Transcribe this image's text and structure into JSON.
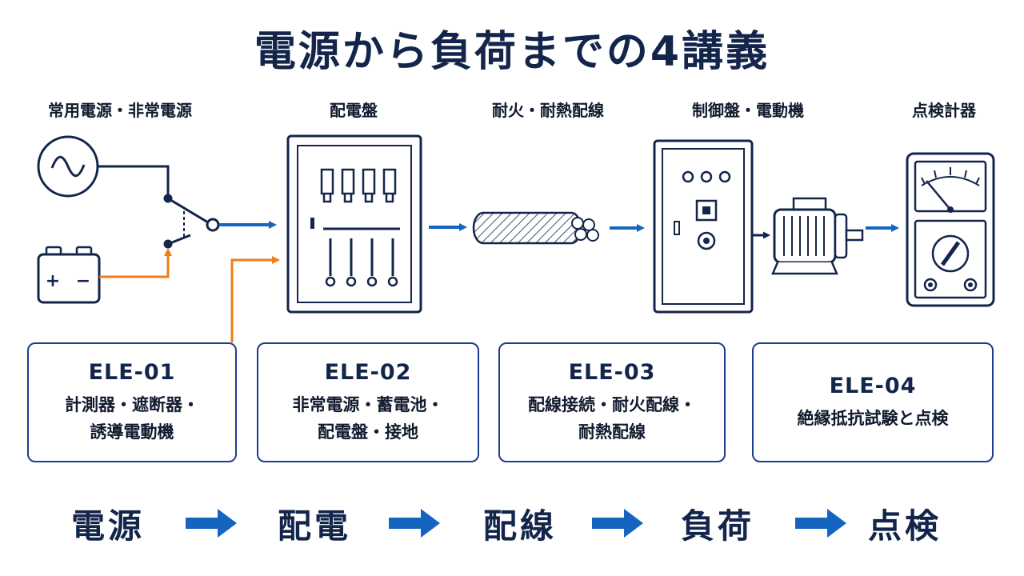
{
  "title": "電源から負荷までの4講義",
  "stages": [
    {
      "label": "常用電源・非常電源"
    },
    {
      "label": "配電盤"
    },
    {
      "label": "耐火・耐熱配線"
    },
    {
      "label": "制御盤・電動機"
    },
    {
      "label": "点検計器"
    }
  ],
  "courses": [
    {
      "code": "ELE-01",
      "lines": [
        "計測器・遮断器・",
        "誘導電動機"
      ]
    },
    {
      "code": "ELE-02",
      "lines": [
        "非常電源・蓄電池・",
        "配電盤・接地"
      ]
    },
    {
      "code": "ELE-03",
      "lines": [
        "配線接続・耐火配線・",
        "耐熱配線"
      ]
    },
    {
      "code": "ELE-04",
      "lines": [
        "絶縁抵抗試験と点検"
      ]
    }
  ],
  "flow": [
    "電源",
    "配電",
    "配線",
    "負荷",
    "点検"
  ],
  "battery_symbols": {
    "plus": "+",
    "minus": "−"
  },
  "colors": {
    "navy": "#13254a",
    "blue": "#1565c0",
    "orange": "#ef7d1a",
    "card_border": "#1e3d8f"
  }
}
